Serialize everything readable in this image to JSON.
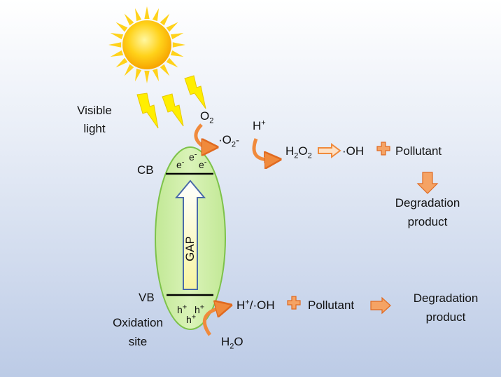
{
  "labels": {
    "visible_light_1": "Visible",
    "visible_light_2": "light",
    "cb": "CB",
    "vb": "VB",
    "oxidation_1": "Oxidation",
    "oxidation_2": "site",
    "gap": "GAP",
    "electron": "e",
    "electron_charge": "-",
    "hole": "h",
    "hole_charge": "+",
    "o2_main": "O",
    "o2_sub": "2",
    "superoxide_main": "·O",
    "superoxide_sub": "2",
    "superoxide_charge": "-",
    "h_plus_main": "H",
    "h_plus_charge": "+",
    "h2o2_h1": "H",
    "h2o2_s1": "2",
    "h2o2_o": "O",
    "h2o2_s2": "2",
    "oh_radical": "·OH",
    "pollutant_top": "Pollutant",
    "degradation_top_1": "Degradation",
    "degradation_top_2": "product",
    "hoh_h": "H",
    "hoh_plus": "+",
    "hoh_rest": "/·OH",
    "pollutant_bottom": "Pollutant",
    "degradation_bottom_1": "Degradation",
    "degradation_bottom_2": "product",
    "h2o_h": "H",
    "h2o_sub": "2",
    "h2o_o": "O"
  },
  "colors": {
    "sun": "#ffd21a",
    "lightning": "#ffee00",
    "ellipse_fill": "#cdeea0",
    "ellipse_stroke": "#7dc24a",
    "gap_arrow": "#fbf9a8",
    "gap_arrow_stroke": "#4a6aa8",
    "reaction_arrow": "#f08a3c",
    "band_line": "#000000"
  }
}
